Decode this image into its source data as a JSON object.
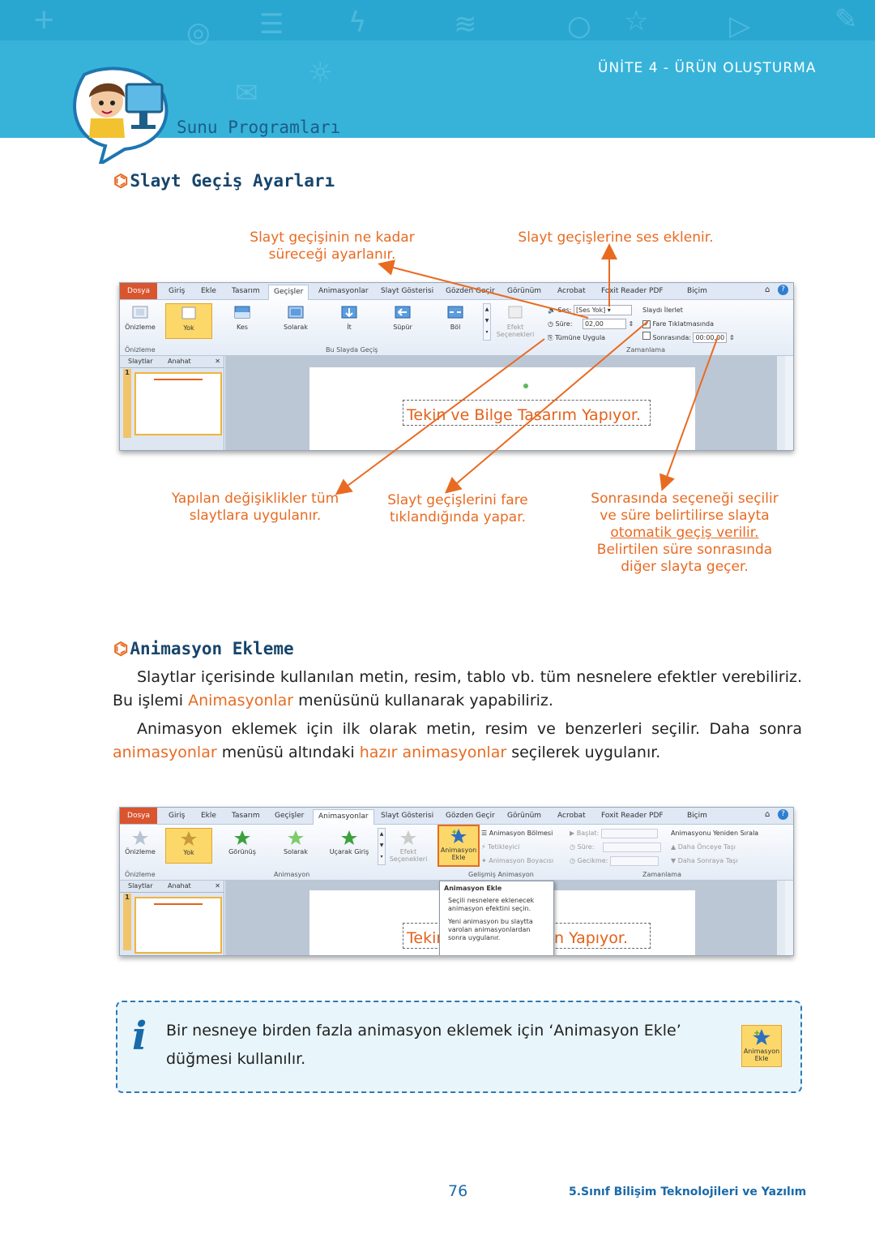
{
  "header": {
    "unit": "ÜNİTE  4 - ÜRÜN OLUŞTURMA",
    "chapter": "Sunu Programları"
  },
  "section1": {
    "icon": "glasses-icon",
    "title": "Slayt Geçiş Ayarları",
    "callouts": {
      "duration": "Slayt geçişinin ne kadar\nsüreceği ayarlanır.",
      "sound": "Slayt geçişlerine ses eklenir.",
      "apply_all": "Yapılan değişiklikler tüm\nslaytlara uygulanır.",
      "on_click": "Slayt geçişlerini fare\ntıklandığında yapar.",
      "after_1": "Sonrasında seçeneği seçilir",
      "after_2": "ve süre belirtilirse slayta",
      "after_3": "otomatik geçiş verilir.",
      "after_4": "Belirtilen süre sonrasında",
      "after_5": "diğer slayta geçer."
    }
  },
  "screenshot1": {
    "tabs": [
      "Dosya",
      "Giriş",
      "Ekle",
      "Tasarım",
      "Geçişler",
      "Animasyonlar",
      "Slayt Gösterisi",
      "Gözden Geçir",
      "Görünüm",
      "Acrobat",
      "Foxit Reader PDF",
      "Biçim"
    ],
    "active_tab": "Geçişler",
    "preview_label": "Önizleme",
    "preview_group": "Önizleme",
    "transitions": [
      "Yok",
      "Kes",
      "Solarak",
      "İt",
      "Süpür",
      "Böl"
    ],
    "effect_options": "Efekt\nSeçenekleri",
    "group_label": "Bu Slayda Geçiş",
    "sound_label": "Ses:",
    "sound_value": "[Ses Yok]",
    "duration_label": "Süre:",
    "duration_value": "02,00",
    "apply_all": "Tümüne Uygula",
    "advance_label": "Slaydı İlerlet",
    "on_click": "Fare Tıklatmasında",
    "after_label": "Sonrasında:",
    "after_value": "00:00,00",
    "timing_group": "Zamanlama",
    "pane_tabs": [
      "Slaytlar",
      "Anahat"
    ],
    "slide_number": "1",
    "slide_text": "Tekin ve Bilge Tasarım Yapıyor."
  },
  "section2": {
    "icon": "glasses-icon",
    "title": "Animasyon Ekleme",
    "para1": [
      {
        "t": "Slaytlar içerisinde kullanılan metin, resim, tablo vb. tüm nesnelere efektler verebiliriz. Bu işlemi ",
        "hl": false
      },
      {
        "t": "Animasyonlar",
        "hl": true
      },
      {
        "t": " menüsünü kullanarak yapabiliriz.",
        "hl": false
      }
    ],
    "para2": [
      {
        "t": "Animasyon eklemek için ilk olarak metin, resim ve benzerleri seçilir. Daha sonra ",
        "hl": false
      },
      {
        "t": "animasyonlar",
        "hl": true
      },
      {
        "t": " menüsü altındaki ",
        "hl": false
      },
      {
        "t": "hazır animasyonlar",
        "hl": true
      },
      {
        "t": " seçilerek uygulanır.",
        "hl": false
      }
    ]
  },
  "screenshot2": {
    "tabs": [
      "Dosya",
      "Giriş",
      "Ekle",
      "Tasarım",
      "Geçişler",
      "Animasyonlar",
      "Slayt Gösterisi",
      "Gözden Geçir",
      "Görünüm",
      "Acrobat",
      "Foxit Reader PDF",
      "Biçim"
    ],
    "active_tab": "Animasyonlar",
    "preview_label": "Önizleme",
    "preview_group": "Önizleme",
    "animations": [
      "Yok",
      "Görünüş",
      "Solarak",
      "Uçarak Giriş"
    ],
    "effect_options": "Efekt\nSeçenekleri",
    "group_label": "Animasyon",
    "add_animation": "Animasyon\nEkle",
    "anim_pane": "Animasyon Bölmesi",
    "trigger": "Tetikleyici",
    "painter": "Animasyon Boyacısı",
    "advanced_group": "Gelişmiş Animasyon",
    "start_label": "Başlat:",
    "duration_label": "Süre:",
    "delay_label": "Gecikme:",
    "reorder": "Animasyonu Yeniden Sırala",
    "move_earlier": "Daha Önceye Taşı",
    "move_later": "Daha Sonraya Taşı",
    "timing_group": "Zamanlama",
    "pane_tabs": [
      "Slaytlar",
      "Anahat"
    ],
    "slide_number": "1",
    "slide_text_left": "Tekin",
    "slide_text_right": "n Yapıyor.",
    "tooltip_title": "Animasyon Ekle",
    "tooltip_line1": "Seçili nesnelere eklenecek animasyon efektini seçin.",
    "tooltip_line2": "Yeni animasyon bu slaytta varolan animasyonlardan sonra uygulanır."
  },
  "info": {
    "text": "Bir nesneye birden fazla animasyon eklemek için ‘Animasyon Ekle’ düğmesi kullanılır.",
    "button_label": "Animasyon\nEkle"
  },
  "footer": {
    "page_number": "76",
    "book": "5.Sınıf Bilişim Teknolojileri ve Yazılım"
  },
  "colors": {
    "banner": "#37b3da",
    "accent": "#e86b22",
    "heading": "#17456b",
    "info_border": "#2e79b5"
  }
}
